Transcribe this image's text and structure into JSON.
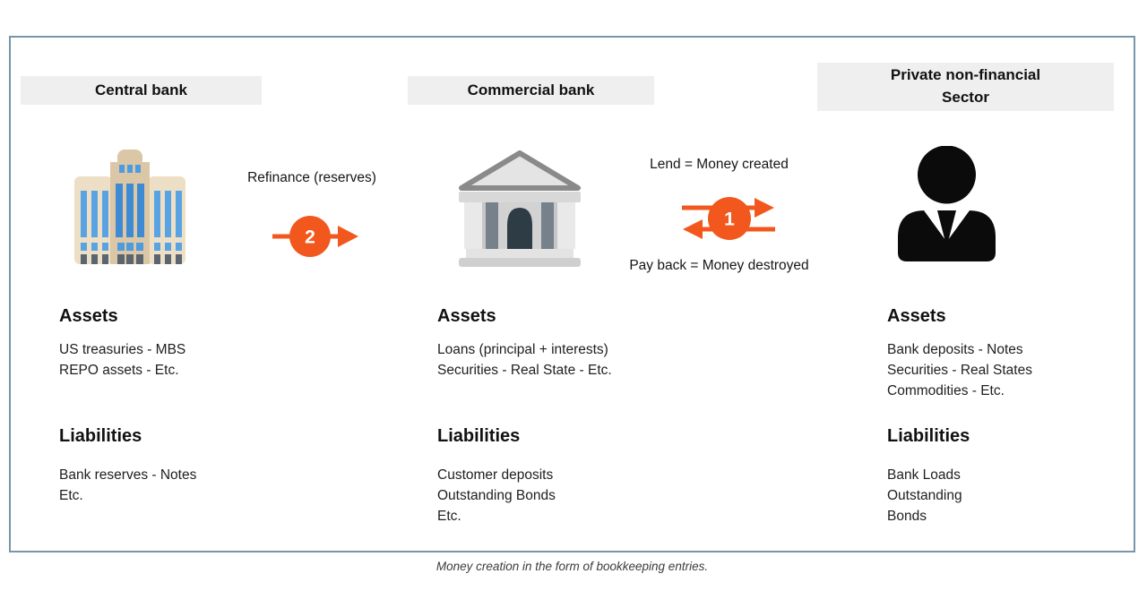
{
  "caption": "Money creation in the form of bookkeeping entries.",
  "columns": [
    {
      "title": "Central bank",
      "assets_title": "Assets",
      "assets": [
        "US treasuries - MBS",
        "REPO assets - Etc."
      ],
      "liabilities_title": "Liabilities",
      "liabilities": [
        "Bank reserves - Notes",
        "Etc."
      ]
    },
    {
      "title": "Commercial bank",
      "assets_title": "Assets",
      "assets": [
        "Loans (principal + interests)",
        "Securities - Real State - Etc."
      ],
      "liabilities_title": "Liabilities",
      "liabilities": [
        "Customer deposits",
        "Outstanding Bonds",
        "Etc."
      ]
    },
    {
      "title": "Private non-financial Sector",
      "assets_title": "Assets",
      "assets": [
        "Bank deposits - Notes",
        "Securities - Real States",
        "Commodities - Etc."
      ],
      "liabilities_title": "Liabilities",
      "liabilities": [
        "Bank Loads",
        "Outstanding",
        "Bonds"
      ]
    }
  ],
  "flows": [
    {
      "number": "1",
      "top_label": "Lend = Money created",
      "bottom_label": "Pay back = Money destroyed"
    },
    {
      "number": "2",
      "label": "Refinance (reserves)"
    }
  ],
  "icons": {
    "central_bank": "central-bank-building-icon",
    "commercial_bank": "classical-bank-icon",
    "private_sector": "businessperson-icon"
  },
  "colors": {
    "accent_orange": "#F2581D",
    "header_bg": "#EFEFEF",
    "frame_border": "#7796A8"
  }
}
